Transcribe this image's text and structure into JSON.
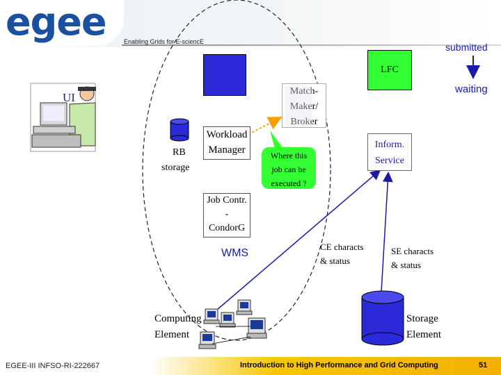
{
  "header": {
    "logo_text_e": "e",
    "logo_text_g": "g",
    "logo_text_e2": "e",
    "logo_text_e3": "e",
    "tagline": "Enabling Grids for E-sciencE"
  },
  "status": {
    "submitted": "submitted",
    "waiting": "waiting"
  },
  "nodes": {
    "lfc": "LFC",
    "ui": "UI",
    "matchmaker_line1": "Match-",
    "matchmaker_line2": "Maker/",
    "matchmaker_line3": "Broker",
    "rb_line1": "RB",
    "rb_line2": "storage",
    "workload_line1": "Workload",
    "workload_line2": "Manager",
    "inform_line1": "Inform.",
    "inform_line2": "Service",
    "jobcontr_line1": "Job Contr.",
    "jobcontr_line2": "-",
    "jobcontr_line3": "CondorG",
    "wms": "WMS",
    "ce_line1": "CE characts",
    "ce_line2": "& status",
    "se_line1": "SE characts",
    "se_line2": "& status",
    "computing_line1": "Computing",
    "computing_line2": "Element",
    "storage_line1": "Storage",
    "storage_line2": "Element"
  },
  "callout": {
    "line1": "Where this",
    "line2": "job can be",
    "line3": "executed ?"
  },
  "footer": {
    "left": "EGEE-III INFSO-RI-222667",
    "title": "Introduction to High Performance and Grid Computing",
    "page": "51"
  },
  "colors": {
    "blue_box": "#2a2ad8",
    "green_box": "#33ff33",
    "status_text": "#1a1aaa",
    "footer_gold": "#f2b000"
  }
}
